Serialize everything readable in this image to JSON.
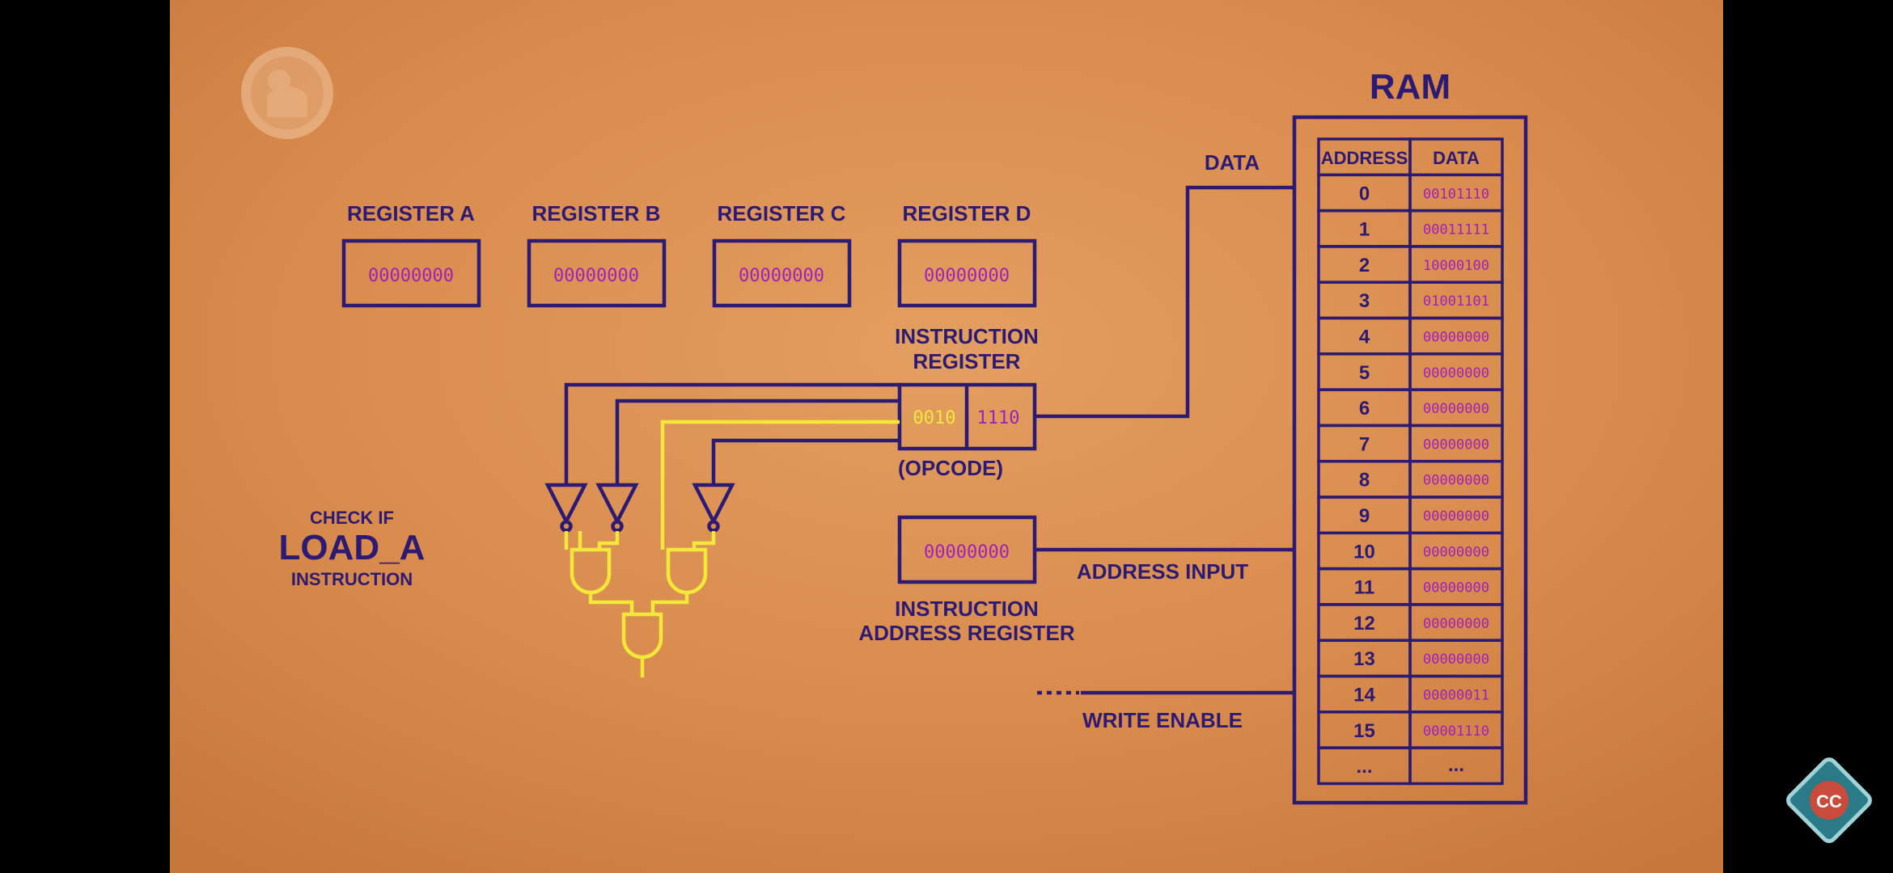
{
  "registers": [
    {
      "name": "REGISTER A",
      "value": "00000000"
    },
    {
      "name": "REGISTER B",
      "value": "00000000"
    },
    {
      "name": "REGISTER C",
      "value": "00000000"
    },
    {
      "name": "REGISTER D",
      "value": "00000000"
    }
  ],
  "instruction_register": {
    "title_line1": "INSTRUCTION",
    "title_line2": "REGISTER",
    "opcode": "0010",
    "address": "1110",
    "opcode_label": "(OPCODE)"
  },
  "instruction_address_register": {
    "value": "00000000",
    "title_line1": "INSTRUCTION",
    "title_line2": "ADDRESS REGISTER"
  },
  "check": {
    "line1": "CHECK IF",
    "line2": "LOAD_A",
    "line3": "INSTRUCTION"
  },
  "ram": {
    "title": "RAM",
    "header_address": "ADDRESS",
    "header_data": "DATA",
    "rows": [
      {
        "address": "0",
        "data": "00101110"
      },
      {
        "address": "1",
        "data": "00011111"
      },
      {
        "address": "2",
        "data": "10000100"
      },
      {
        "address": "3",
        "data": "01001101"
      },
      {
        "address": "4",
        "data": "00000000"
      },
      {
        "address": "5",
        "data": "00000000"
      },
      {
        "address": "6",
        "data": "00000000"
      },
      {
        "address": "7",
        "data": "00000000"
      },
      {
        "address": "8",
        "data": "00000000"
      },
      {
        "address": "9",
        "data": "00000000"
      },
      {
        "address": "10",
        "data": "00000000"
      },
      {
        "address": "11",
        "data": "00000000"
      },
      {
        "address": "12",
        "data": "00000000"
      },
      {
        "address": "13",
        "data": "00000000"
      },
      {
        "address": "14",
        "data": "00000011"
      },
      {
        "address": "15",
        "data": "00001110"
      },
      {
        "address": "...",
        "data": "..."
      }
    ]
  },
  "wire_labels": {
    "data": "DATA",
    "address_input": "ADDRESS INPUT",
    "write_enable": "WRITE ENABLE"
  },
  "badge": {
    "text": "CC"
  },
  "colors": {
    "background": "#d98a4e",
    "ink": "#2d1a73",
    "data_digits": "#a020b8",
    "highlight": "#f3e83a"
  }
}
